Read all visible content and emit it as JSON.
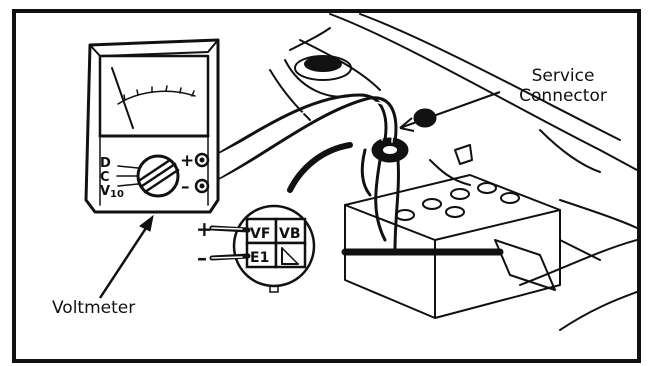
{
  "labels": {
    "service_connector_line1": "Service",
    "service_connector_line2": "Connector",
    "voltmeter": "Voltmeter"
  },
  "meter": {
    "range_d": "D",
    "range_c": "C",
    "range_v": "V",
    "range_10": "10",
    "plus": "+",
    "minus": "–"
  },
  "connector": {
    "terminal_vf": "VF",
    "terminal_vb": "VB",
    "terminal_e1": "E1",
    "plus": "+",
    "minus": "–"
  },
  "colors": {
    "ink": "#111111",
    "paper": "#ffffff"
  }
}
